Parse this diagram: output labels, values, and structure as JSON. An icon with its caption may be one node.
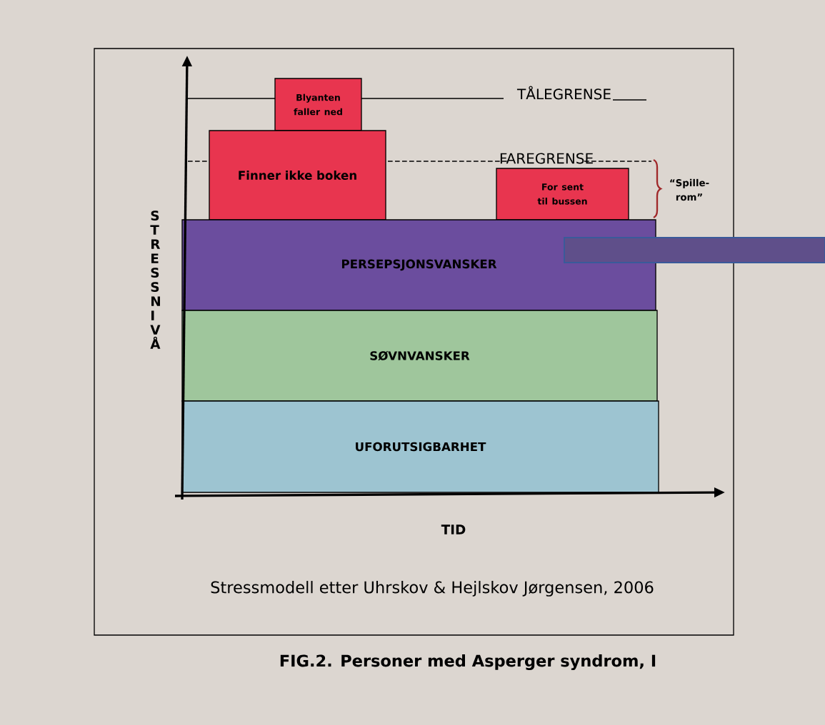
{
  "diagram": {
    "caption": "FIG.2. Personer med Asperger syndrom, I",
    "nodes": [
      {
        "text": [
          "Blyanten faller ned"
        ]
      },
      {
        "text": [
          "Finner ikke boken"
        ]
      },
      {
        "text": [
          "For sent til bussen"
        ]
      },
      {
        "text": [
          "PERSEPSJONSVANSKER"
        ]
      },
      {
        "text": [
          "SØVNVANSKER"
        ]
      },
      {
        "text": [
          "UFORUTSIGBARHET"
        ]
      },
      {
        "text": [],
        "shape": "bar"
      }
    ],
    "labels": [
      "STRESSNIVÅ",
      "TÅLEGRENSE",
      "FAREGRENSE",
      "“Spille-rom”",
      "TID",
      "Stressmodell etter Uhrskov & Hejlskov Jørgensen, 2006"
    ]
  }
}
